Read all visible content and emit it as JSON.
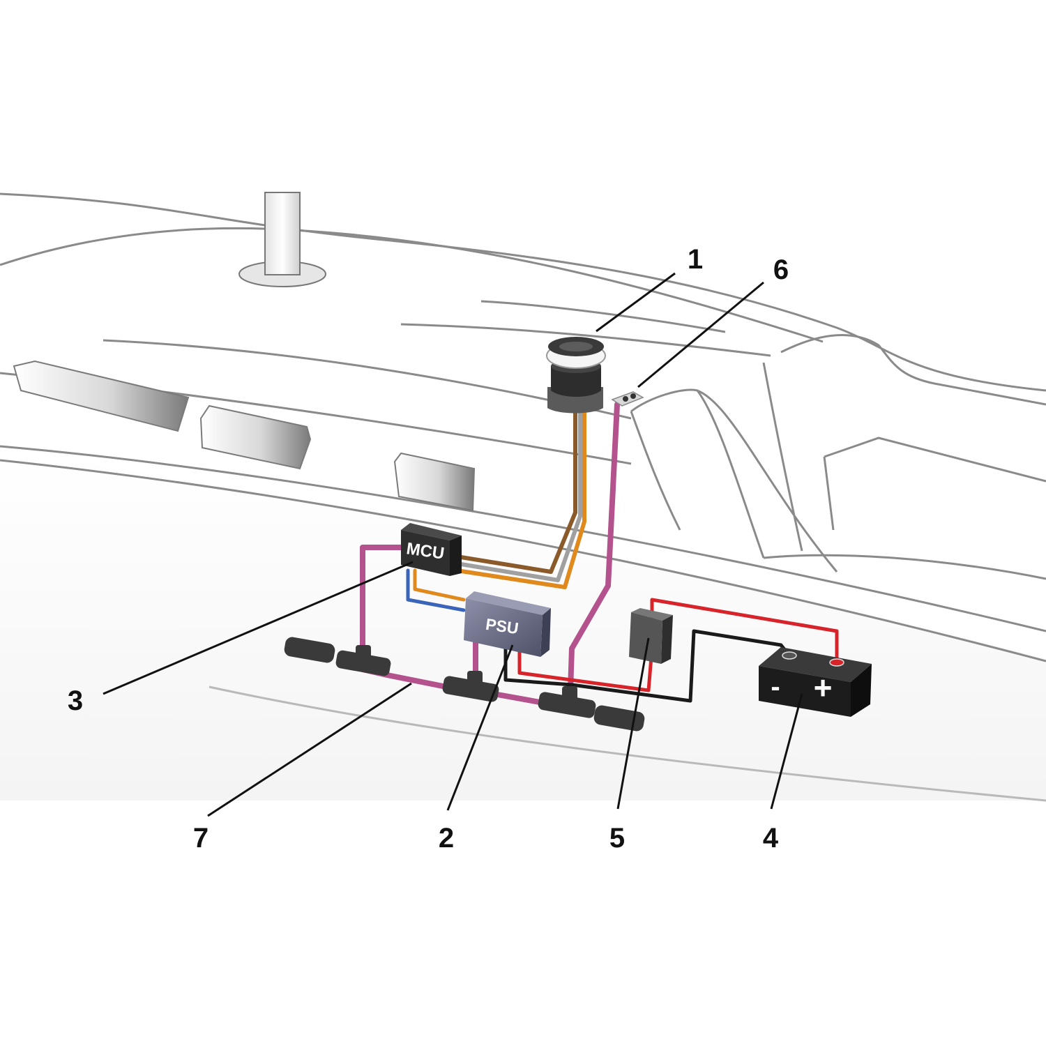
{
  "diagram": {
    "components": {
      "mcu_label": "MCU",
      "psu_label": "PSU",
      "battery": {
        "minus": "-",
        "plus": "+"
      }
    },
    "callouts": [
      {
        "id": "1",
        "text": "1",
        "refers_to": "winch"
      },
      {
        "id": "2",
        "text": "2",
        "refers_to": "psu"
      },
      {
        "id": "3",
        "text": "3",
        "refers_to": "mcu"
      },
      {
        "id": "4",
        "text": "4",
        "refers_to": "battery"
      },
      {
        "id": "5",
        "text": "5",
        "refers_to": "switch-box"
      },
      {
        "id": "6",
        "text": "6",
        "refers_to": "control-button"
      },
      {
        "id": "7",
        "text": "7",
        "refers_to": "backbone-cable"
      }
    ],
    "colors": {
      "backbone_cable": "#b4528e",
      "power_positive": "#d7242a",
      "power_negative": "#1a1a1a",
      "signal_orange": "#e08a1e",
      "signal_brown": "#8a5a2b",
      "signal_gray": "#a0a0a0",
      "signal_blue": "#3a64b8",
      "mcu_fill": "#2e2e2e",
      "psu_fill": "#6b6f86",
      "battery_fill": "#1c1c1c",
      "switch_fill": "#555555",
      "hull_line": "#8a8a8a"
    }
  }
}
